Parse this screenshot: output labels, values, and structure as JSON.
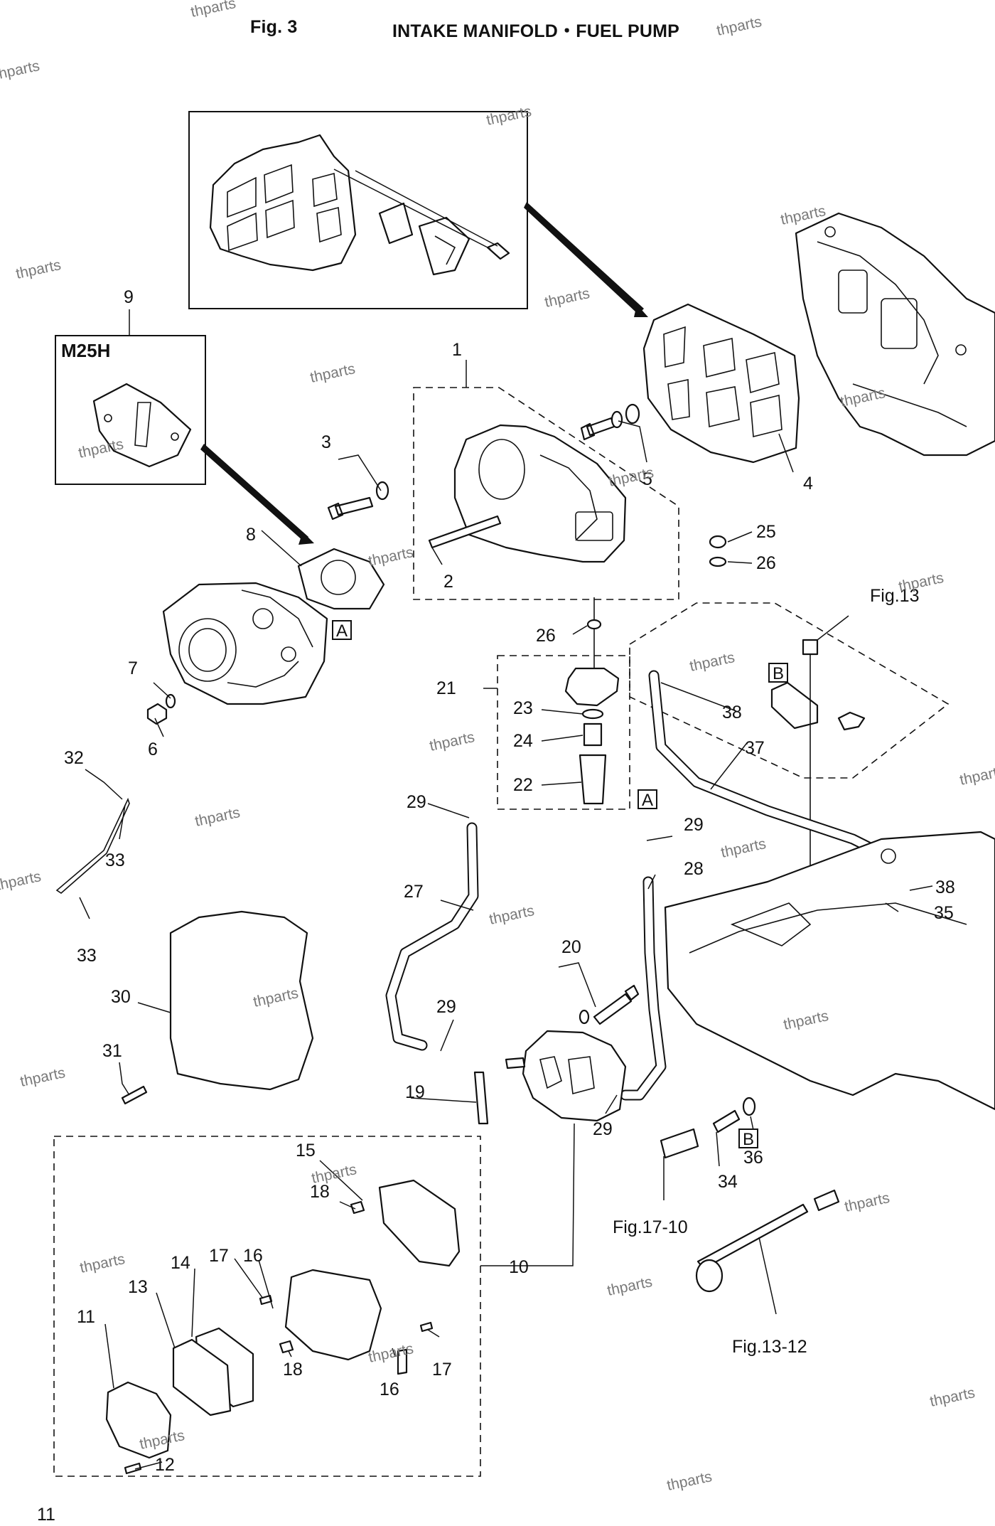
{
  "header": {
    "figure_label": "Fig. 3",
    "title": "INTAKE MANIFOLD・FUEL PUMP"
  },
  "inset_box_label": "M25H",
  "callouts": [
    "1",
    "2",
    "3",
    "4",
    "5",
    "6",
    "7",
    "8",
    "9",
    "10",
    "11",
    "12",
    "13",
    "14",
    "15",
    "16",
    "17",
    "18",
    "19",
    "20",
    "21",
    "22",
    "23",
    "24",
    "25",
    "26",
    "27",
    "28",
    "29",
    "30",
    "31",
    "32",
    "33",
    "34",
    "35",
    "36",
    "37",
    "38"
  ],
  "reference_boxes": [
    "A",
    "B"
  ],
  "figure_references": [
    "Fig.13",
    "Fig.17-10",
    "Fig.13-12"
  ],
  "watermark": "thparts",
  "page_number": "11"
}
